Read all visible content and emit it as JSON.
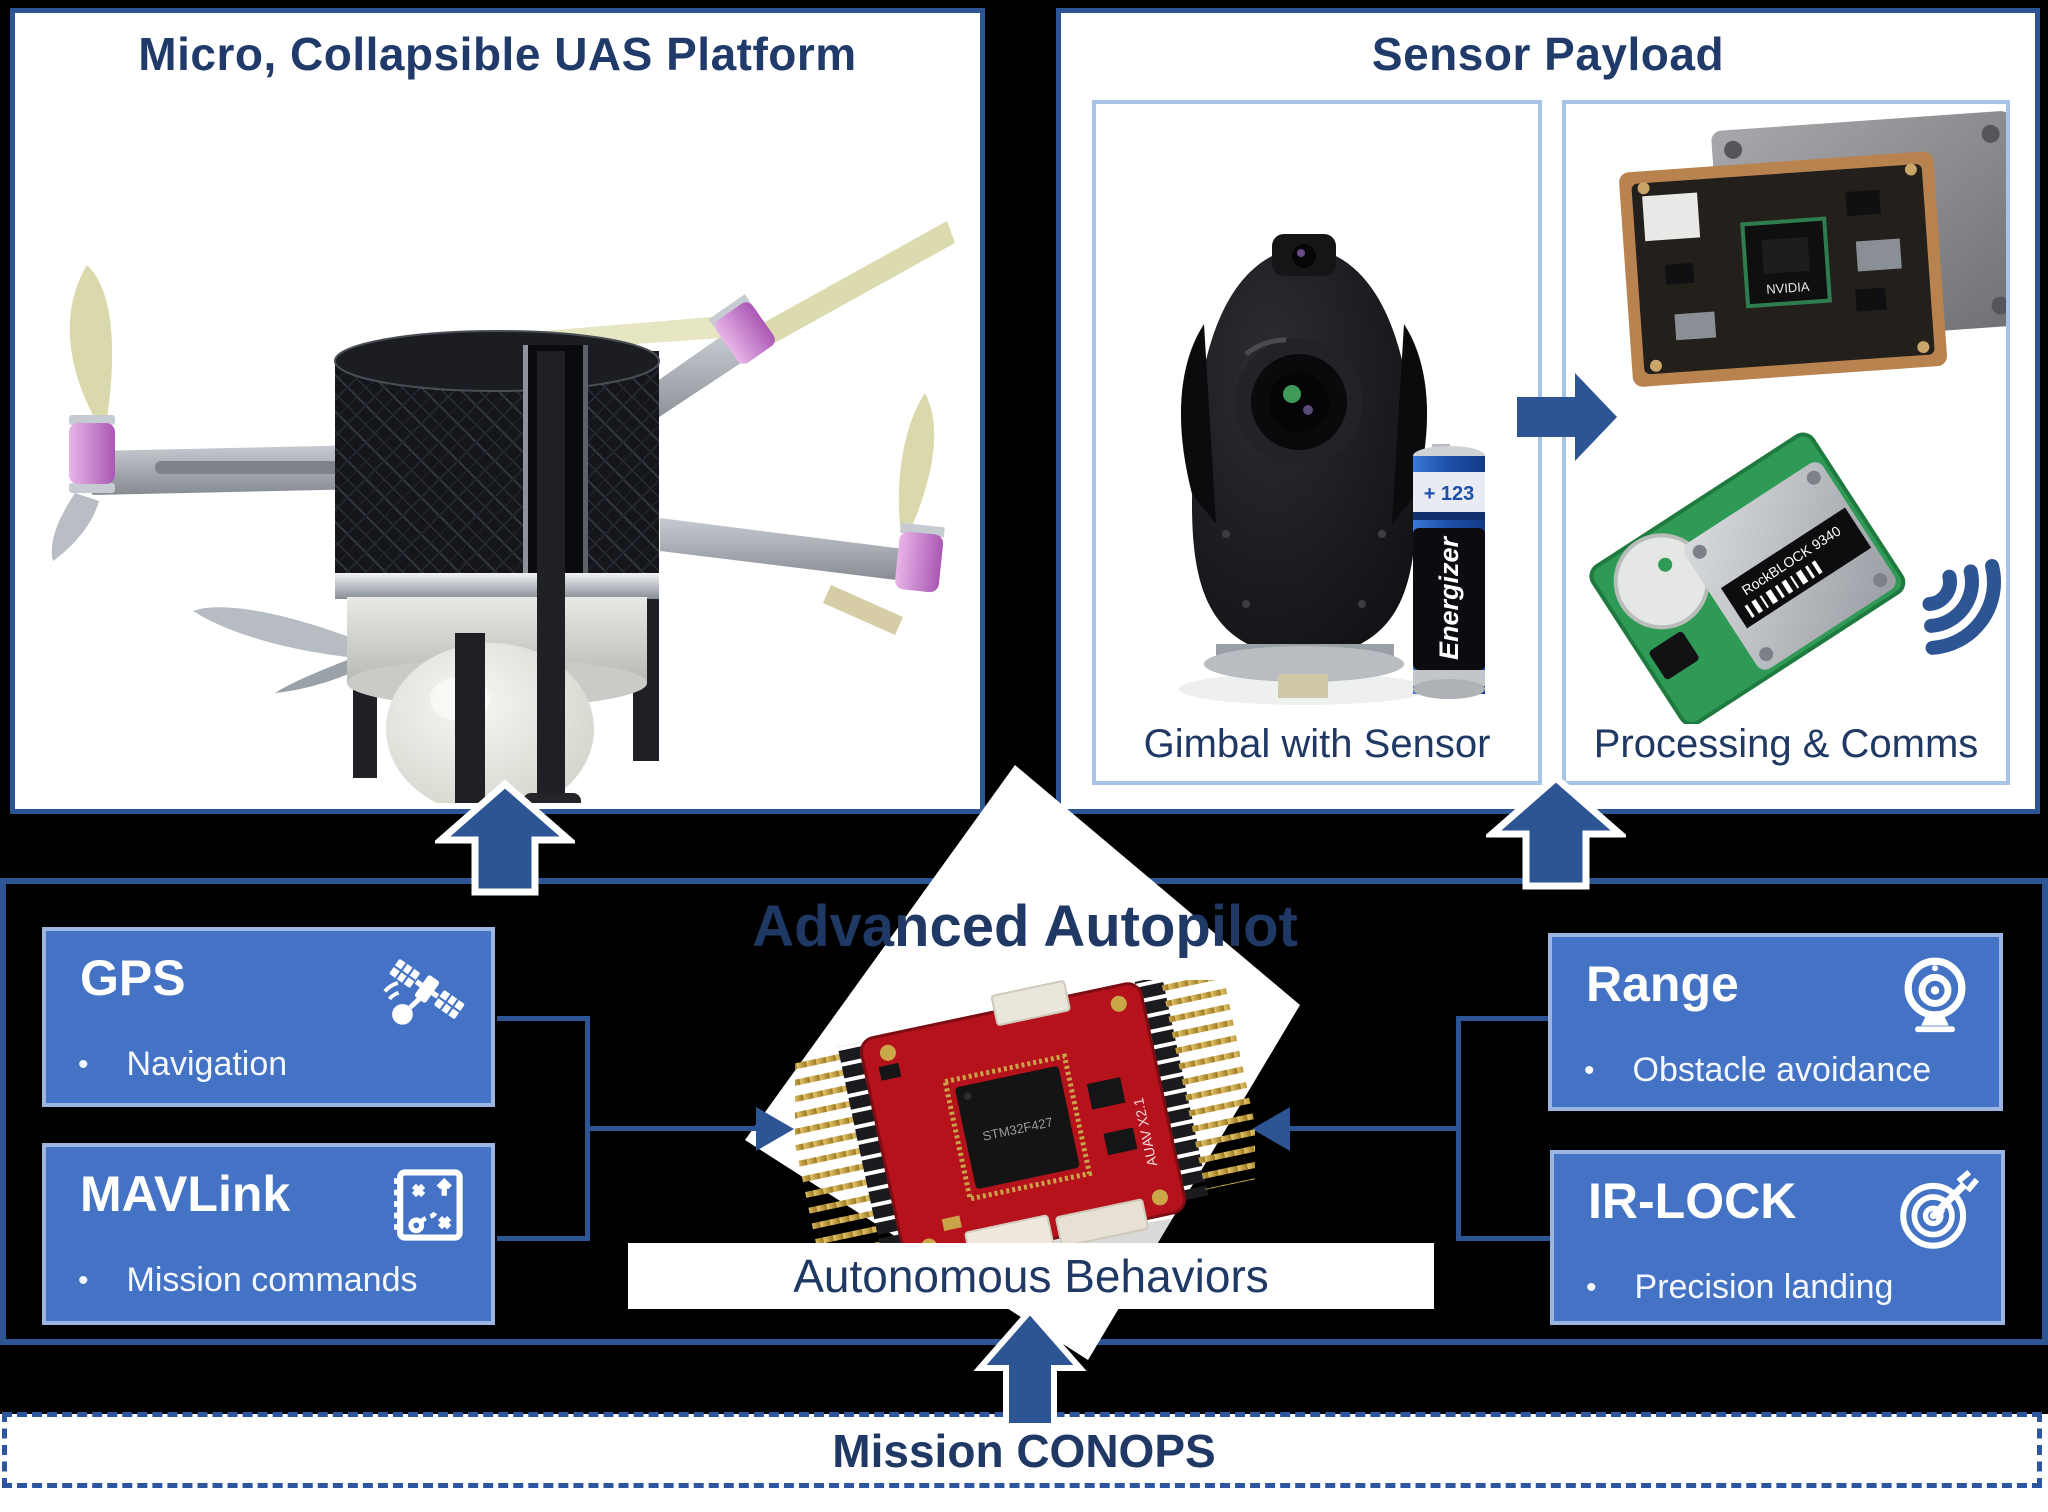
{
  "glyphs": {
    "bullet": "•"
  },
  "colors": {
    "accent": "#2E5593",
    "panel_fill": "#4472C4",
    "panel_border": "#9BB5E0",
    "subbox_border": "#A7C4E8",
    "title_navy": "#1F3864"
  },
  "platform": {
    "title": "Micro, Collapsible UAS Platform"
  },
  "sensor": {
    "title": "Sensor Payload",
    "gimbal_label": "Gimbal with Sensor",
    "processing_label": "Processing & Comms"
  },
  "autopilot": {
    "title": "Advanced Autopilot",
    "band_label": "Autonomous Behaviors"
  },
  "side_boxes": {
    "gps": {
      "title": "GPS",
      "bullet": "Navigation"
    },
    "mavlink": {
      "title": "MAVLink",
      "bullet": "Mission commands"
    },
    "range": {
      "title": "Range",
      "bullet": "Obstacle avoidance"
    },
    "irlock": {
      "title": "IR-LOCK",
      "bullet": "Precision landing"
    }
  },
  "conops": {
    "label": "Mission CONOPS"
  },
  "devices": {
    "battery_brand": "Energizer",
    "battery_label": "+ 123",
    "comm_module": "RockBLOCK 9340",
    "processor_brand": "NVIDIA",
    "mcu": "STM32F427",
    "board_name": "AUAV X2.1"
  }
}
